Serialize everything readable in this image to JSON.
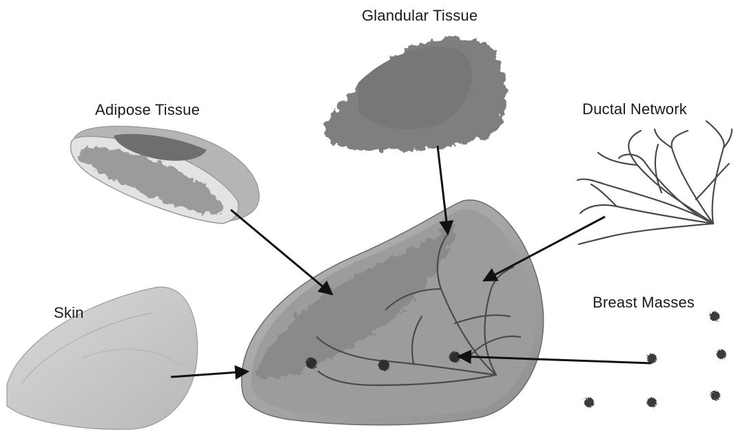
{
  "labels": {
    "glandular": "Glandular Tissue",
    "adipose": "Adipose Tissue",
    "ductal": "Ductal Network",
    "skin": "Skin",
    "masses": "Breast Masses"
  },
  "colors": {
    "shell": "#a9a9a9",
    "shell_edge": "#5e5e5e",
    "gland": "#8a8a8a",
    "duct": "#4a4a4a",
    "mass": "#3a3a3a",
    "arrow": "#111111",
    "skin": "#cfcfcf"
  }
}
